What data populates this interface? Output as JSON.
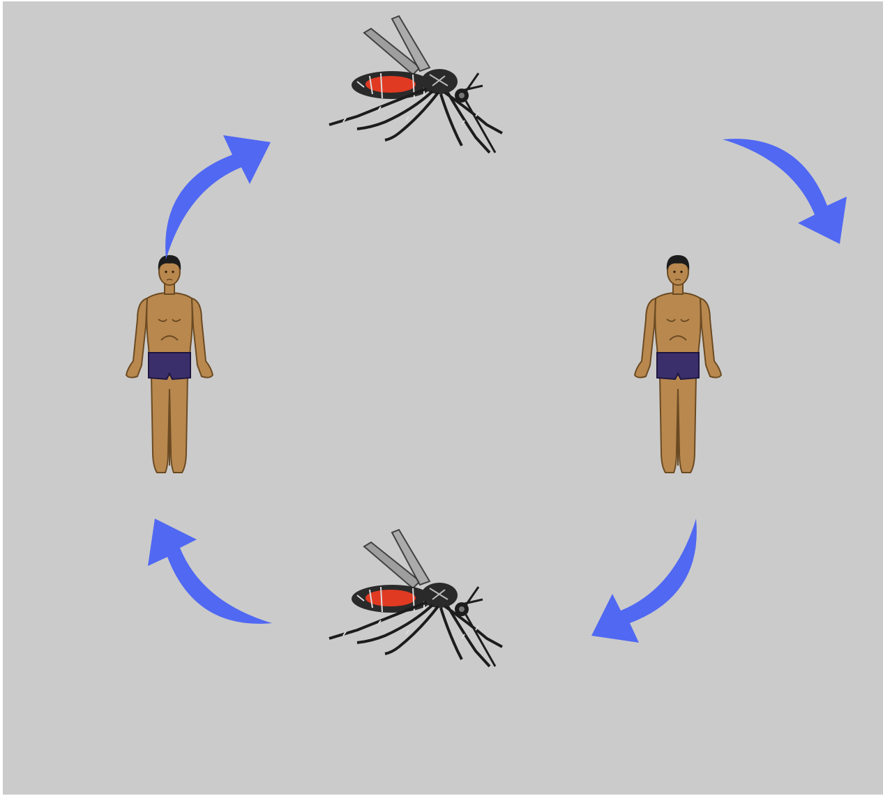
{
  "diagram": {
    "type": "transmission-cycle",
    "nodes": [
      {
        "id": "mosquito-top",
        "kind": "mosquito",
        "blood_fed": true
      },
      {
        "id": "human-right",
        "kind": "human"
      },
      {
        "id": "mosquito-bottom",
        "kind": "mosquito",
        "blood_fed": true
      },
      {
        "id": "human-left",
        "kind": "human"
      }
    ],
    "edges": [
      {
        "from": "mosquito-top",
        "to": "human-right",
        "direction": "clockwise"
      },
      {
        "from": "human-right",
        "to": "mosquito-bottom",
        "direction": "clockwise"
      },
      {
        "from": "mosquito-bottom",
        "to": "human-left",
        "direction": "clockwise"
      },
      {
        "from": "human-left",
        "to": "mosquito-top",
        "direction": "clockwise"
      }
    ]
  },
  "colors": {
    "background": "#cbcbcb",
    "arrow": "#5068f2",
    "skin": "#b8884e",
    "skin_outline": "#6b4a22",
    "shorts": "#3b2f6b",
    "hair": "#1c1c1c",
    "mosquito_body": "#2a2a2a",
    "blood": "#e03a22"
  },
  "icons": {
    "arrow": "curved-arrow-icon",
    "mosquito": "mosquito-icon",
    "human": "human-figure-icon"
  }
}
